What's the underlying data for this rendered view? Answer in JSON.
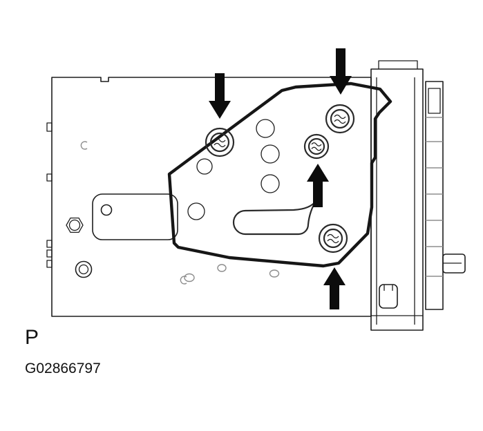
{
  "figure": {
    "caption_label": "P",
    "figure_id": "G02866797"
  },
  "diagram": {
    "icons": {
      "screw": "screw-head-icon",
      "arrow_down": "arrow-down-icon",
      "arrow_up": "arrow-up-icon",
      "bolt": "hex-bolt-icon"
    },
    "screw_count": 4,
    "arrow_count": 4
  }
}
